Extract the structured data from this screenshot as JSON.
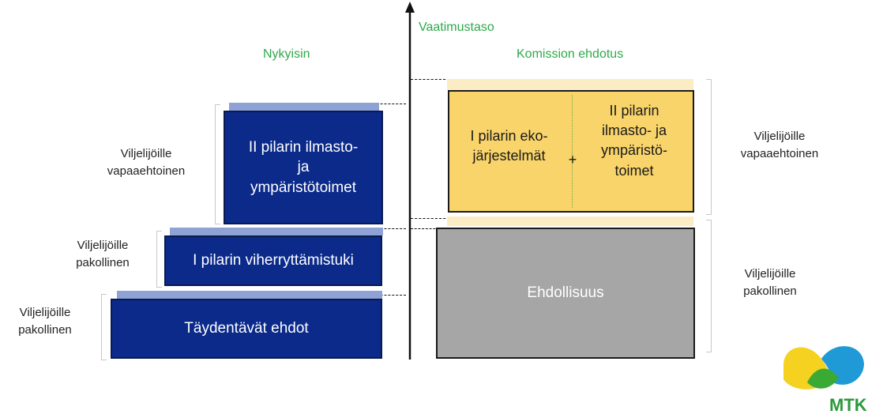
{
  "axis": {
    "label": "Vaatimustaso"
  },
  "headers": {
    "current": "Nykyisin",
    "proposal": "Komission ehdotus"
  },
  "current": {
    "blocks": [
      {
        "label": "II pilarin ilmasto-\nja\nympäristötoimet"
      },
      {
        "label": "I pilarin viherryttämistuki"
      },
      {
        "label": "Täydentävät ehdot"
      }
    ],
    "side_labels": [
      "Viljelijöille\nvapaaehtoinen",
      "Viljelijöille\npakollinen",
      "Viljelijöille\npakollinen"
    ]
  },
  "proposal": {
    "left_text": "I pilarin eko-\njärjestelmät",
    "plus": "+",
    "right_text": "II pilarin\nilmasto- ja\nympäristö-\ntoimet",
    "bottom_label": "Ehdollisuus",
    "side_labels": [
      "Viljelijöille\nvapaaehtoinen",
      "Viljelijöille\npakollinen"
    ]
  },
  "logo": {
    "text": "MTK"
  },
  "colors": {
    "blue": "#0b2a8a",
    "yellow": "#f9d46a",
    "gray": "#a6a6a6",
    "green": "#2ea84a"
  }
}
